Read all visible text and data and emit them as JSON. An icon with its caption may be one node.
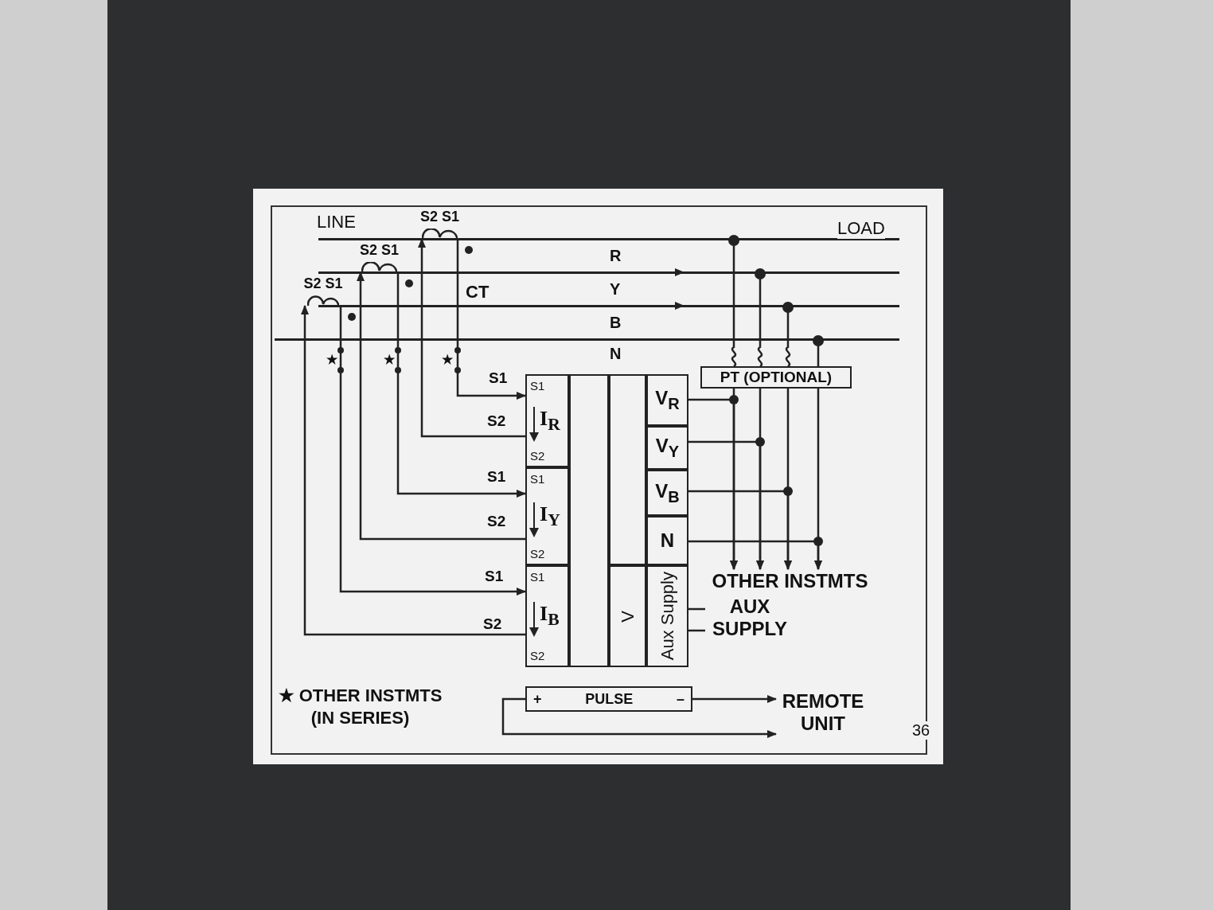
{
  "diagram": {
    "nodes": [
      {
        "text": [
          "S2 S1"
        ]
      },
      {
        "text": [
          "S2 S1"
        ]
      },
      {
        "text": [
          "S2 S1"
        ]
      },
      {
        "text": [],
        "shape": "bar"
      },
      {
        "text": [],
        "shape": "bar"
      },
      {
        "text": [],
        "shape": "bar"
      },
      {
        "text": [],
        "shape": "bar"
      },
      {
        "text": [
          "PT (OPTIONAL)"
        ]
      },
      {
        "text": [],
        "shape": "box"
      },
      {
        "text": [
          "S1",
          "I$_{R}$",
          "S2"
        ],
        "in": 8
      },
      {
        "text": [
          "S1",
          "I$_{Y}$",
          "S2"
        ],
        "in": 8
      },
      {
        "text": [
          "S1",
          "I$_{B}$",
          "S2"
        ],
        "in": 8
      },
      {
        "text": [],
        "shape": "box",
        "in": 8
      },
      {
        "text": [],
        "shape": "box",
        "in": 8
      },
      {
        "text": [
          "V$_{R}$"
        ],
        "in": 8
      },
      {
        "text": [
          "V$_{Y}$"
        ],
        "in": 8
      },
      {
        "text": [
          "V$_{B}$"
        ],
        "in": 8
      },
      {
        "text": [
          "N"
        ],
        "in": 8
      },
      {
        "text": [
          "V"
        ],
        "in": 8
      },
      {
        "text": [
          "Aux Supply"
        ],
        "in": 8
      },
      {
        "text": [
          "OTHER INSTMTS"
        ]
      },
      {
        "text": [
          "AUX SUPPLY"
        ]
      },
      {
        "text": [
          "+",
          "PULSE",
          "–"
        ]
      },
      {
        "text": [
          "REMOTE UNIT"
        ]
      }
    ],
    "edges": [
      {
        "from": 0,
        "to": 9,
        "arrow": "to",
        "label": "S1"
      },
      {
        "from": 9,
        "to": 0,
        "arrow": "to",
        "label": "S2"
      },
      {
        "from": 1,
        "to": 10,
        "arrow": "to",
        "label": "S1"
      },
      {
        "from": 10,
        "to": 1,
        "arrow": "to",
        "label": "S2"
      },
      {
        "from": 2,
        "to": 11,
        "arrow": "to",
        "label": "S1"
      },
      {
        "from": 11,
        "to": 2,
        "arrow": "to",
        "label": "S2"
      },
      {
        "from": 3,
        "to": 7,
        "arrow": "other"
      },
      {
        "from": 4,
        "to": 7,
        "arrow": "other"
      },
      {
        "from": 5,
        "to": 7,
        "arrow": "other"
      },
      {
        "from": 6,
        "to": 7,
        "arrow": "other"
      },
      {
        "from": 7,
        "to": 20,
        "arrow": "to"
      },
      {
        "from": 7,
        "to": 20,
        "arrow": "to"
      },
      {
        "from": 7,
        "to": 20,
        "arrow": "to"
      },
      {
        "from": 7,
        "to": 20,
        "arrow": "to"
      },
      {
        "from": 14,
        "to": 20,
        "arrow": "to"
      },
      {
        "from": 15,
        "to": 20,
        "arrow": "to"
      },
      {
        "from": 16,
        "to": 20,
        "arrow": "to"
      },
      {
        "from": 17,
        "to": 20,
        "arrow": "to"
      },
      {
        "from": 19,
        "to": 21,
        "arrow": "none"
      },
      {
        "from": 19,
        "to": 21,
        "arrow": "none"
      },
      {
        "from": 22,
        "to": 23,
        "arrow": "to"
      },
      {
        "from": 22,
        "to": 23,
        "arrow": "to"
      }
    ],
    "labels": [
      "LINE",
      "LOAD",
      "R",
      "Y",
      "CT",
      "B",
      "N",
      "★",
      "★",
      "★",
      "★ OTHER INSTMTS (IN SERIES)",
      "36"
    ]
  }
}
